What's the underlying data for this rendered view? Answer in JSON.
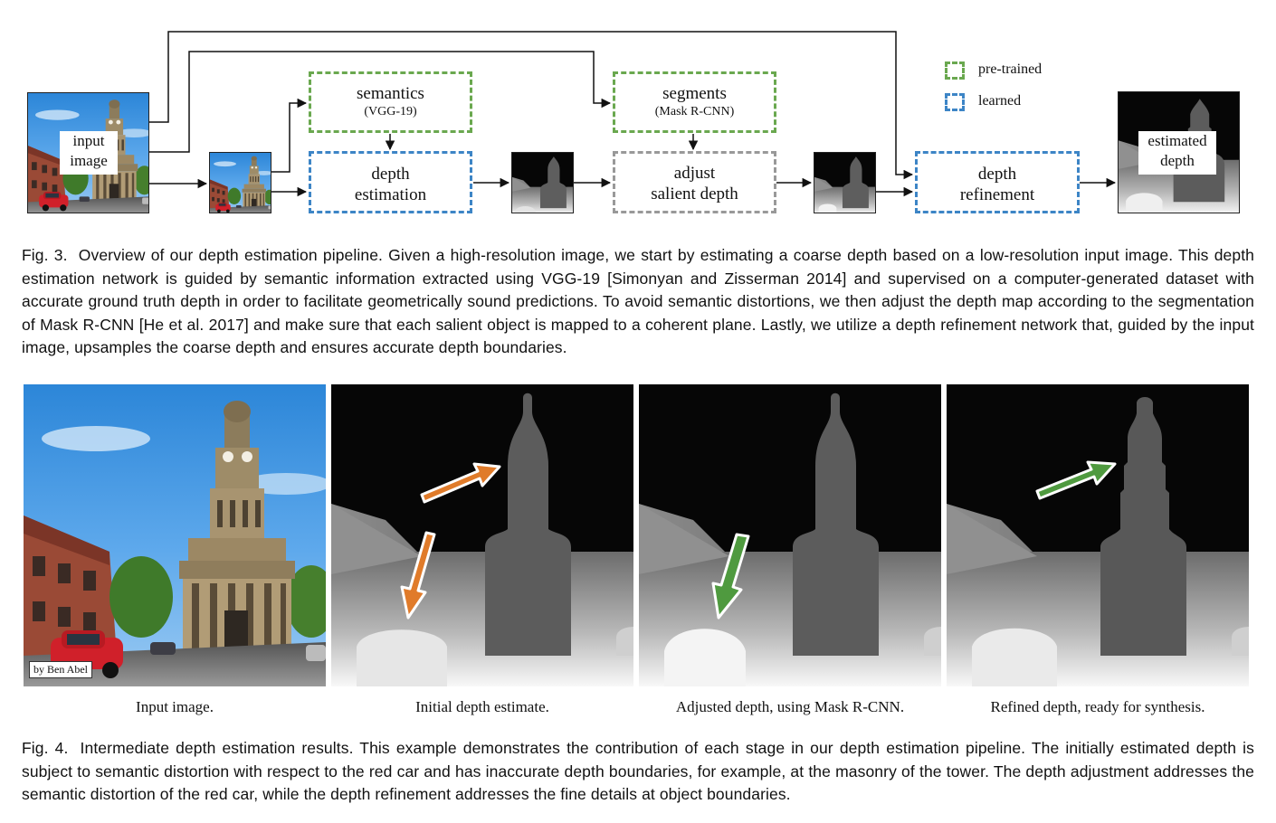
{
  "fig3": {
    "boxes": {
      "semantics": {
        "title": "semantics",
        "sub": "(VGG-19)"
      },
      "segments": {
        "title": "segments",
        "sub": "(Mask R-CNN)"
      },
      "depth_estimation": {
        "line1": "depth",
        "line2": "estimation"
      },
      "adjust": {
        "line1": "adjust",
        "line2": "salient depth"
      },
      "refinement": {
        "line1": "depth",
        "line2": "refinement"
      }
    },
    "input_label": {
      "line1": "input",
      "line2": "image"
    },
    "output_label": {
      "line1": "estimated",
      "line2": "depth"
    },
    "legend": {
      "pretrained": "pre-trained",
      "learned": "learned"
    },
    "caption_label": "Fig. 3.",
    "caption": "Overview of our depth estimation pipeline. Given a high-resolution image, we start by estimating a coarse depth based on a low-resolution input image. This depth estimation network is guided by semantic information extracted using VGG-19 [Simonyan and Zisserman 2014] and supervised on a computer-generated dataset with accurate ground truth depth in order to facilitate geometrically sound predictions. To avoid semantic distortions, we then adjust the depth map according to the segmentation of Mask R-CNN [He et al. 2017] and make sure that each salient object is mapped to a coherent plane. Lastly, we utilize a depth refinement network that, guided by the input image, upsamples the coarse depth and ensures accurate depth boundaries."
  },
  "fig4": {
    "panels": [
      {
        "caption": "Input image."
      },
      {
        "caption": "Initial depth estimate."
      },
      {
        "caption": "Adjusted depth, using Mask R-CNN."
      },
      {
        "caption": "Refined depth, ready for synthesis."
      }
    ],
    "credit": "by Ben Abel",
    "caption_label": "Fig. 4.",
    "caption": "Intermediate depth estimation results. This example demonstrates the contribution of each stage in our depth estimation pipeline. The initially estimated depth is subject to semantic distortion with respect to the red car and has inaccurate depth boundaries, for example, at the masonry of the tower. The depth adjustment addresses the semantic distortion of the red car, while the depth refinement addresses the fine details at object boundaries."
  },
  "colors": {
    "pretrained": "#6aa84f",
    "learned": "#3d85c6",
    "neutral": "#999999",
    "arrow_orange": "#e07b2a",
    "arrow_green": "#4f9a3f"
  }
}
